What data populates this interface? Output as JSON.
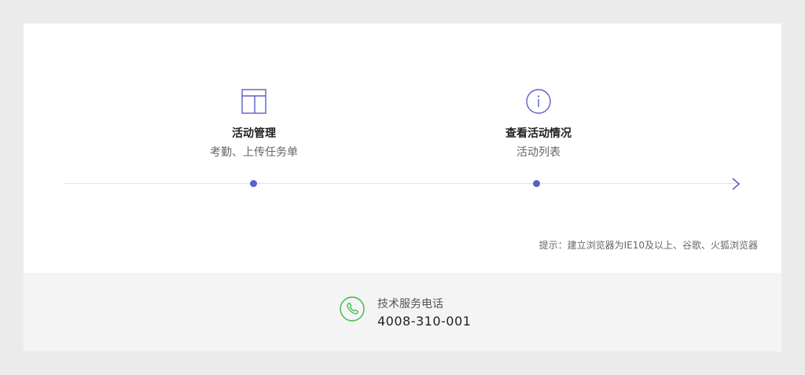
{
  "steps": [
    {
      "title": "活动管理",
      "subtitle": "考勤、上传任务单",
      "icon": "layout-icon"
    },
    {
      "title": "查看活动情况",
      "subtitle": "活动列表",
      "icon": "info-icon"
    }
  ],
  "tip": "提示：建立浏览器为IE10及以上、谷歌、火狐浏览器",
  "service": {
    "label": "技术服务电话",
    "phone": "4008-310-001",
    "icon": "phone-icon"
  },
  "colors": {
    "accent": "#5b5fc7",
    "phone_green": "#3cb94a",
    "background": "#ebebeb",
    "card": "#ffffff",
    "footer": "#f4f4f4"
  }
}
